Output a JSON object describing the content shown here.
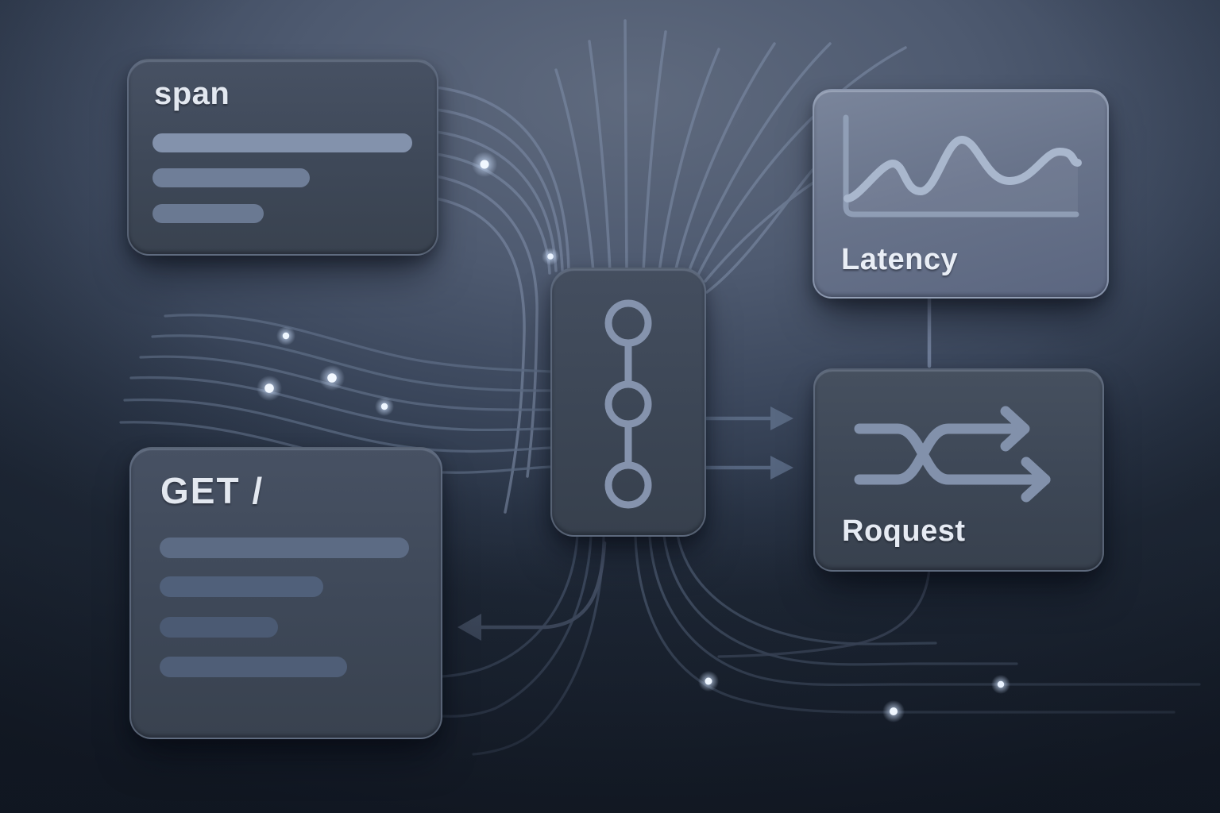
{
  "cards": {
    "span": {
      "title": "span",
      "skeleton_bar_count": 3
    },
    "request_log": {
      "title": "GET /",
      "skeleton_bar_count": 4
    },
    "trace_node": {
      "icon": "commit-timeline-icon"
    },
    "latency": {
      "label": "Latency",
      "icon": "line-chart-icon"
    },
    "request": {
      "label": "Roquest",
      "icon": "shuffle-icon"
    }
  },
  "chart_data": {
    "type": "area",
    "title": "Latency",
    "x_normalized": [
      0.0,
      0.2,
      0.32,
      0.5,
      0.71,
      0.93,
      1.0
    ],
    "y_normalized": [
      0.18,
      0.62,
      0.3,
      0.88,
      0.42,
      0.76,
      0.64
    ],
    "xlabel": "",
    "ylabel": "",
    "axis_tick_labels_visible": false,
    "grid": false,
    "legend": false
  },
  "connections": {
    "arrows": [
      "trace-node to request-card (two right arrows)",
      "trace-node to get-request-card (left arrow)"
    ],
    "connector": "latency-card to request-card (vertical line)",
    "flow_line_bundles": [
      "top-fan",
      "span-to-node-arcs",
      "left-wavy-bundle",
      "bottom-fan-left",
      "bottom-fan-right",
      "request-underside-curve"
    ]
  },
  "decorations": {
    "glow_dot_count": 9
  },
  "colors": {
    "background_center": "#5f6a7e",
    "background_edge": "#212b3a",
    "card_dark": "#3f4858",
    "card_light": "#6a7589",
    "flow_line": "#7b8aa4",
    "glow_dot": "#eef6ff",
    "text": "#e3e8f0"
  }
}
